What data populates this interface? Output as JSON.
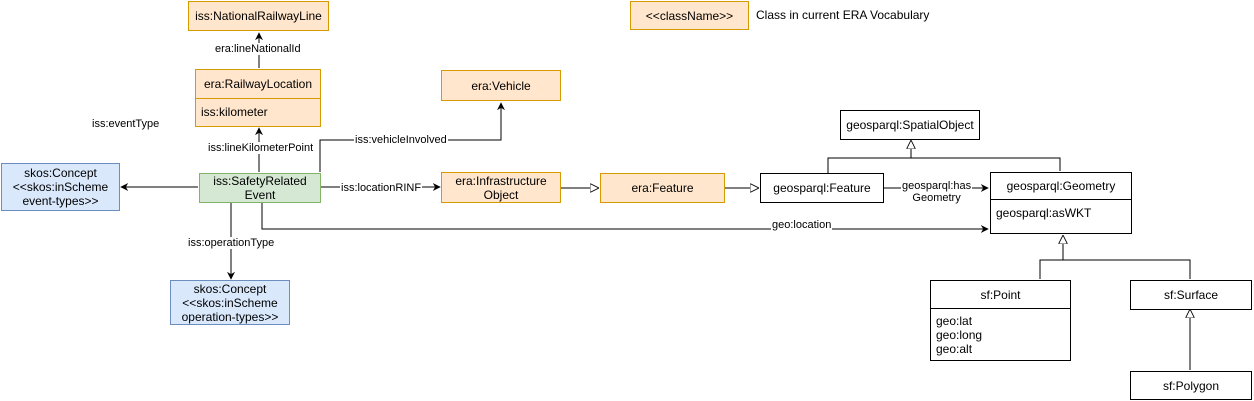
{
  "nodes": {
    "national_railway_line": "iss:NationalRailwayLine",
    "railway_location": {
      "name": "era:RailwayLocation",
      "attrs": "iss:kilometer"
    },
    "vehicle": "era:Vehicle",
    "legend_class": "<<className>>",
    "legend_text": "Class in current ERA Vocabulary",
    "concept_event": "skos:Concept\n<<skos:inScheme\nevent-types>>",
    "safety_event": "iss:SafetyRelated\nEvent",
    "infrastructure_object": "era:Infrastructure\nObject",
    "feature": "era:Feature",
    "geosparql_feature": "geosparql:Feature",
    "spatial_object": "geosparql:SpatialObject",
    "geometry": {
      "name": "geosparql:Geometry",
      "attrs": "geosparql:asWKT"
    },
    "concept_operation": "skos:Concept\n<<skos:inScheme\noperation-types>>",
    "point": {
      "name": "sf:Point",
      "attrs": "geo:lat\ngeo:long\ngeo:alt"
    },
    "surface": "sf:Surface",
    "polygon": "sf:Polygon"
  },
  "edge_labels": {
    "line_national_id": "era:lineNationalId",
    "event_type": "iss:eventType",
    "vehicle_involved": "iss:vehicleInvolved",
    "line_kilometer_point": "iss:lineKilometerPoint",
    "location_rinf": "iss:locationRINF",
    "has_geometry": "geosparql:has\nGeometry",
    "geo_location": "geo:location",
    "operation_type": "iss:operationType"
  }
}
